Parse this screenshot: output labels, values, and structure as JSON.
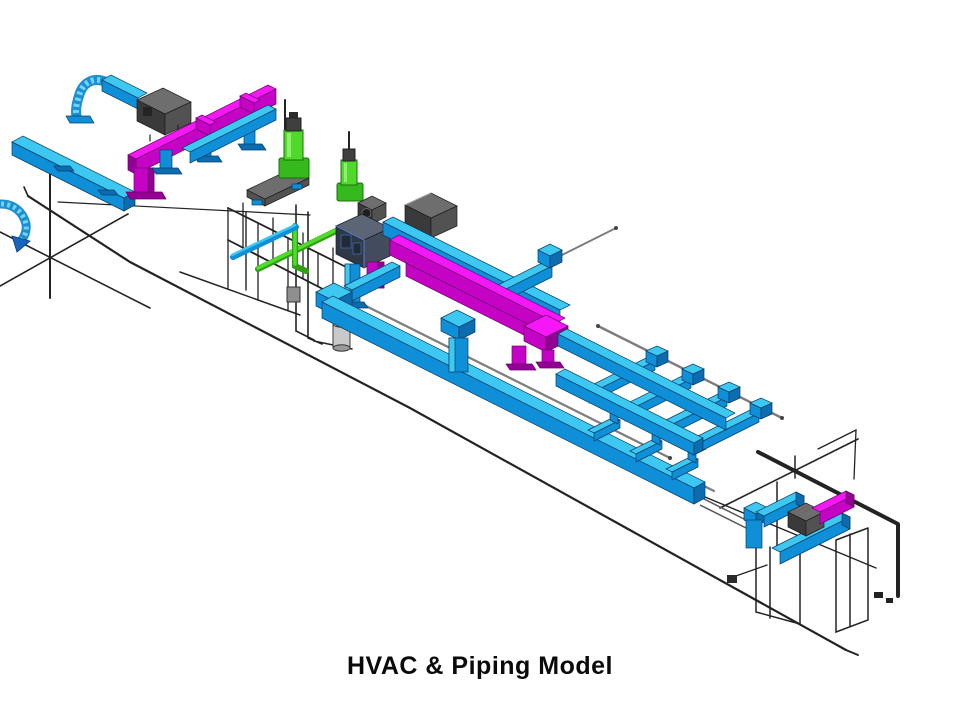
{
  "slide": {
    "caption": "HVAC & Piping Model",
    "background": "#FFFFFF"
  },
  "colors": {
    "duct_supply_cyan": "#3DC8F2",
    "duct_supply_shade": "#0F8FD8",
    "duct_exhaust_magenta": "#F617F6",
    "duct_exhaust_shade": "#C503C5",
    "pump_piping_green": "#4EDE2A",
    "equipment_gray": "#6E6E6E",
    "ahu_dark_navy": "#2F3847",
    "piping_wireframe_black": "#232323",
    "thin_pipe_gray": "#7D7D7D",
    "caption_text": "#0A0A0A"
  },
  "systems": [
    {
      "id": "supply-air-ductwork",
      "color": "#3DC8F2"
    },
    {
      "id": "exhaust-air-ductwork",
      "color": "#F617F6"
    },
    {
      "id": "hydronic-pumps-and-piping",
      "color": "#4EDE2A"
    },
    {
      "id": "equipment-units",
      "color": "#6E6E6E"
    },
    {
      "id": "piping-wireframe",
      "color": "#232323"
    }
  ]
}
